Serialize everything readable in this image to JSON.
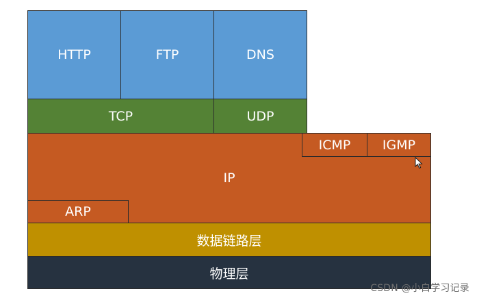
{
  "layers": {
    "application": [
      "HTTP",
      "FTP",
      "DNS"
    ],
    "transport": [
      "TCP",
      "UDP"
    ],
    "network": {
      "main": "IP",
      "icmp": "ICMP",
      "igmp": "IGMP",
      "arp": "ARP"
    },
    "datalink": "数据链路层",
    "physical": "物理层"
  },
  "colors": {
    "application": "#5b9bd5",
    "transport": "#548235",
    "network": "#c55a22",
    "datalink": "#bf9000",
    "physical": "#263240"
  },
  "watermark": "CSDN @小白学习记录"
}
